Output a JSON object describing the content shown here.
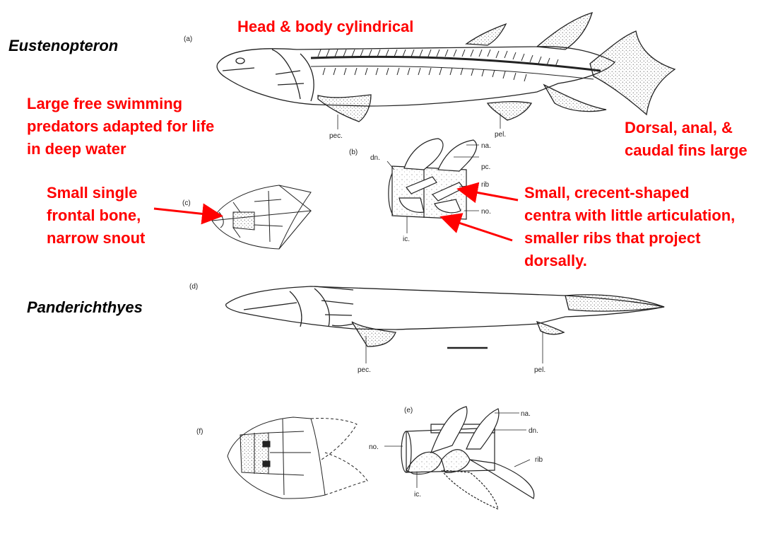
{
  "taxa": {
    "eusthenopteron": "Eustenopteron",
    "panderichthyes": "Panderichthyes"
  },
  "annotations": {
    "head_body": "Head & body cylindrical",
    "predators": [
      "Large free swimming",
      "predators adapted for life",
      "in deep water"
    ],
    "fins": [
      "Dorsal, anal, &",
      "caudal fins large"
    ],
    "frontal": [
      "Small single",
      "frontal bone,",
      "narrow snout"
    ],
    "centra": [
      "Small, crecent-shaped",
      "centra with little articulation,",
      "smaller ribs that project",
      "dorsally."
    ]
  },
  "panel_letters": {
    "a": "(a)",
    "b": "(b)",
    "c": "(c)",
    "d": "(d)",
    "e": "(e)",
    "f": "(f)"
  },
  "part_labels": {
    "pec": "pec.",
    "pel": "pel.",
    "na": "na.",
    "dn": "dn.",
    "pc": "pc.",
    "rib": "rib",
    "no": "no.",
    "ic": "ic."
  },
  "colors": {
    "annotation": "#ff0000",
    "drawing": "#222222"
  }
}
